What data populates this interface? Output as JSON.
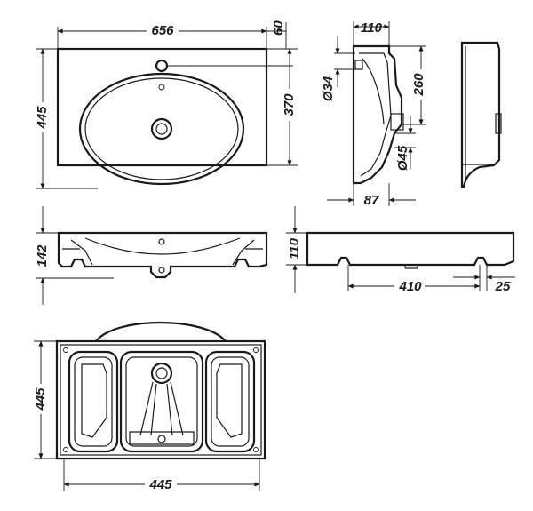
{
  "dimensions": {
    "top_width": "656",
    "top_back_offset": "60",
    "top_depth": "445",
    "bowl_depth": "370",
    "side_width": "110",
    "drain_dia": "Ø34",
    "side_height": "260",
    "outlet_dia": "Ø45",
    "side_bottom": "87",
    "front_height": "142",
    "rear_height": "110",
    "bracket_spacing": "410",
    "bracket_offset": "25",
    "bottom_depth": "445",
    "bottom_width": "445"
  },
  "colors": {
    "line": "#1a1a1a",
    "background": "#ffffff"
  }
}
